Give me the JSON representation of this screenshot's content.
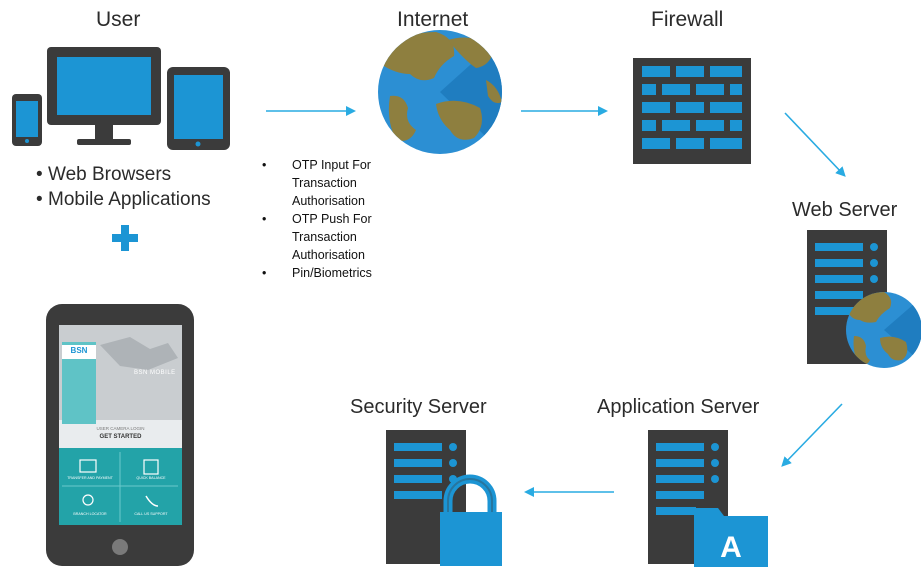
{
  "nodes": {
    "user": {
      "label": "User",
      "bullets": [
        "Web Browsers",
        "Mobile Applications"
      ]
    },
    "internet": {
      "label": "Internet"
    },
    "firewall": {
      "label": "Firewall"
    },
    "web_server": {
      "label": "Web Server"
    },
    "application_server": {
      "label": "Application Server",
      "badge": "A"
    },
    "security_server": {
      "label": "Security Server"
    }
  },
  "otp_features": [
    "OTP Input For Transaction Authorisation",
    "OTP Push For Transaction Authorisation",
    "Pin/Biometrics"
  ],
  "plus_symbol": "+",
  "phone_app": {
    "brand": "BSN",
    "hero_text": "BSN MOBILE",
    "cta_caption": "USER CAMERA LOGIN",
    "cta": "GET STARTED",
    "tiles": [
      "TRANSFER AND PAYMENT",
      "QUICK BALANCE",
      "BRANCH LOCATOR",
      "CALL US SUPPORT"
    ]
  },
  "colors": {
    "arrow": "#29abe2",
    "accent_blue": "#1c95d4",
    "device_dark": "#3b3b3b",
    "globe_ocean": "#2c8fd3",
    "globe_land": "#8e7f3f",
    "teal": "#23a3a8"
  }
}
